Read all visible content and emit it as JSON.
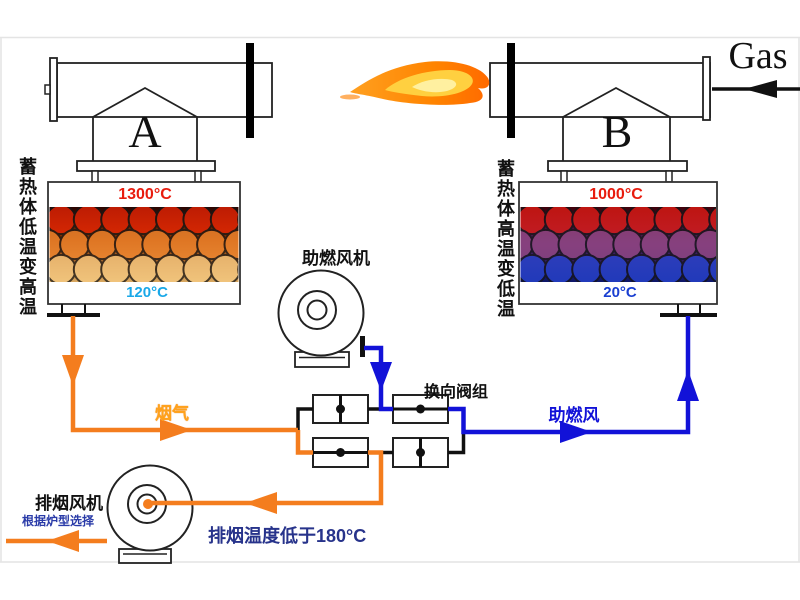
{
  "colors": {
    "flue_gas_orange": "#f47d1e",
    "combustion_air_blue": "#1212d8",
    "hot_temp_red": "#e81c0e",
    "regen_a_bottom_temp_cyan": "#19a8e8",
    "regen_b_bottom_temp_blue": "#1a3fd1",
    "flue_gas_label_orange": "#ffa21c",
    "exhaust_note_navy": "#27338b",
    "fan_note_blue": "#2a3ba8"
  },
  "gas_supply": {
    "label": "Gas"
  },
  "burner_a": {
    "label": "A"
  },
  "burner_b": {
    "label": "B"
  },
  "regenerator_a": {
    "top_temp": "1300°C",
    "bottom_temp": "120°C",
    "side_note": "蓄热体低温变高温",
    "ball_row_colors": [
      "#ee2404",
      "#f58a30",
      "#f8cc84"
    ]
  },
  "regenerator_b": {
    "top_temp": "1000°C",
    "bottom_temp": "20°C",
    "side_note": "蓄热体高温变低温",
    "ball_row_colors": [
      "#e81c14",
      "#9a4a86",
      "#2846d6"
    ]
  },
  "combustion_fan": {
    "label": "助燃风机"
  },
  "exhaust_fan": {
    "label": "排烟风机",
    "note": "根据炉型选择"
  },
  "valve_group": {
    "label": "换向阀组"
  },
  "flows": {
    "flue_gas": "烟气",
    "combustion_air": "助燃风",
    "exhaust_note": "排烟温度低于180°C"
  }
}
